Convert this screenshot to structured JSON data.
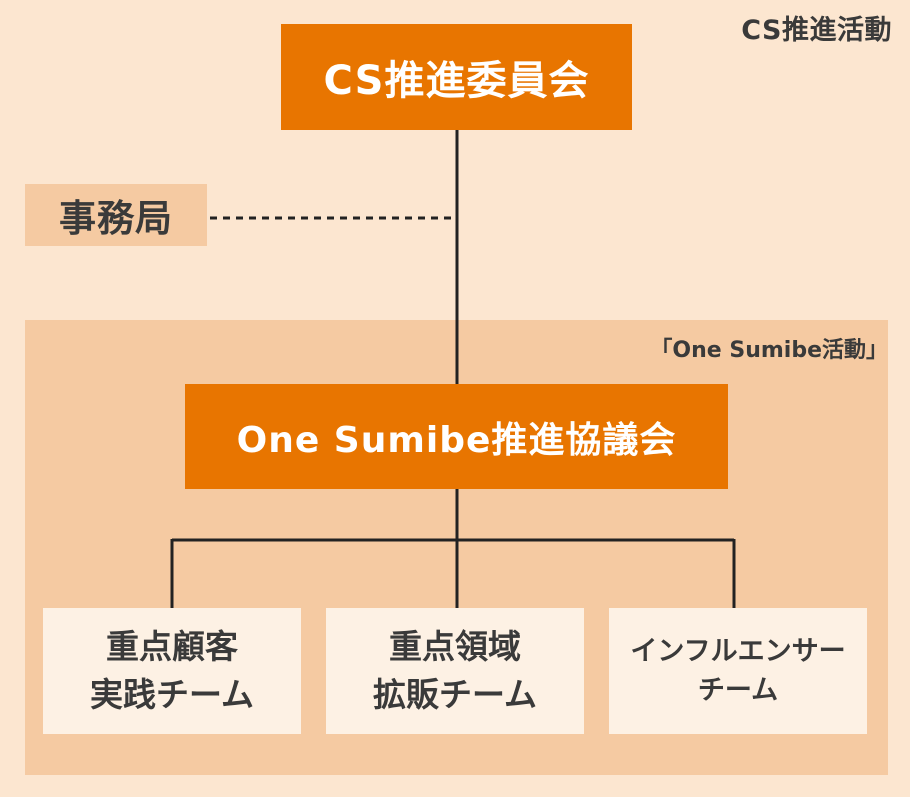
{
  "outer_label": "CS推進活動",
  "committee": {
    "label": "CS推進委員会"
  },
  "secretariat": {
    "label": "事務局"
  },
  "inner_label": "「One Sumibe活動」",
  "council": {
    "label": "One Sumibe推進協議会"
  },
  "teams": [
    {
      "line1": "重点顧客",
      "line2": "実践チーム"
    },
    {
      "line1": "重点領域",
      "line2": "拡販チーム"
    },
    {
      "line1": "インフルエンサー",
      "line2": "チーム"
    }
  ],
  "colors": {
    "background": "#fce6d0",
    "region": "#f5caa2",
    "accent": "#e87500",
    "team_box": "#fdf1e4",
    "text": "#3a3a3a",
    "line": "#222222"
  }
}
